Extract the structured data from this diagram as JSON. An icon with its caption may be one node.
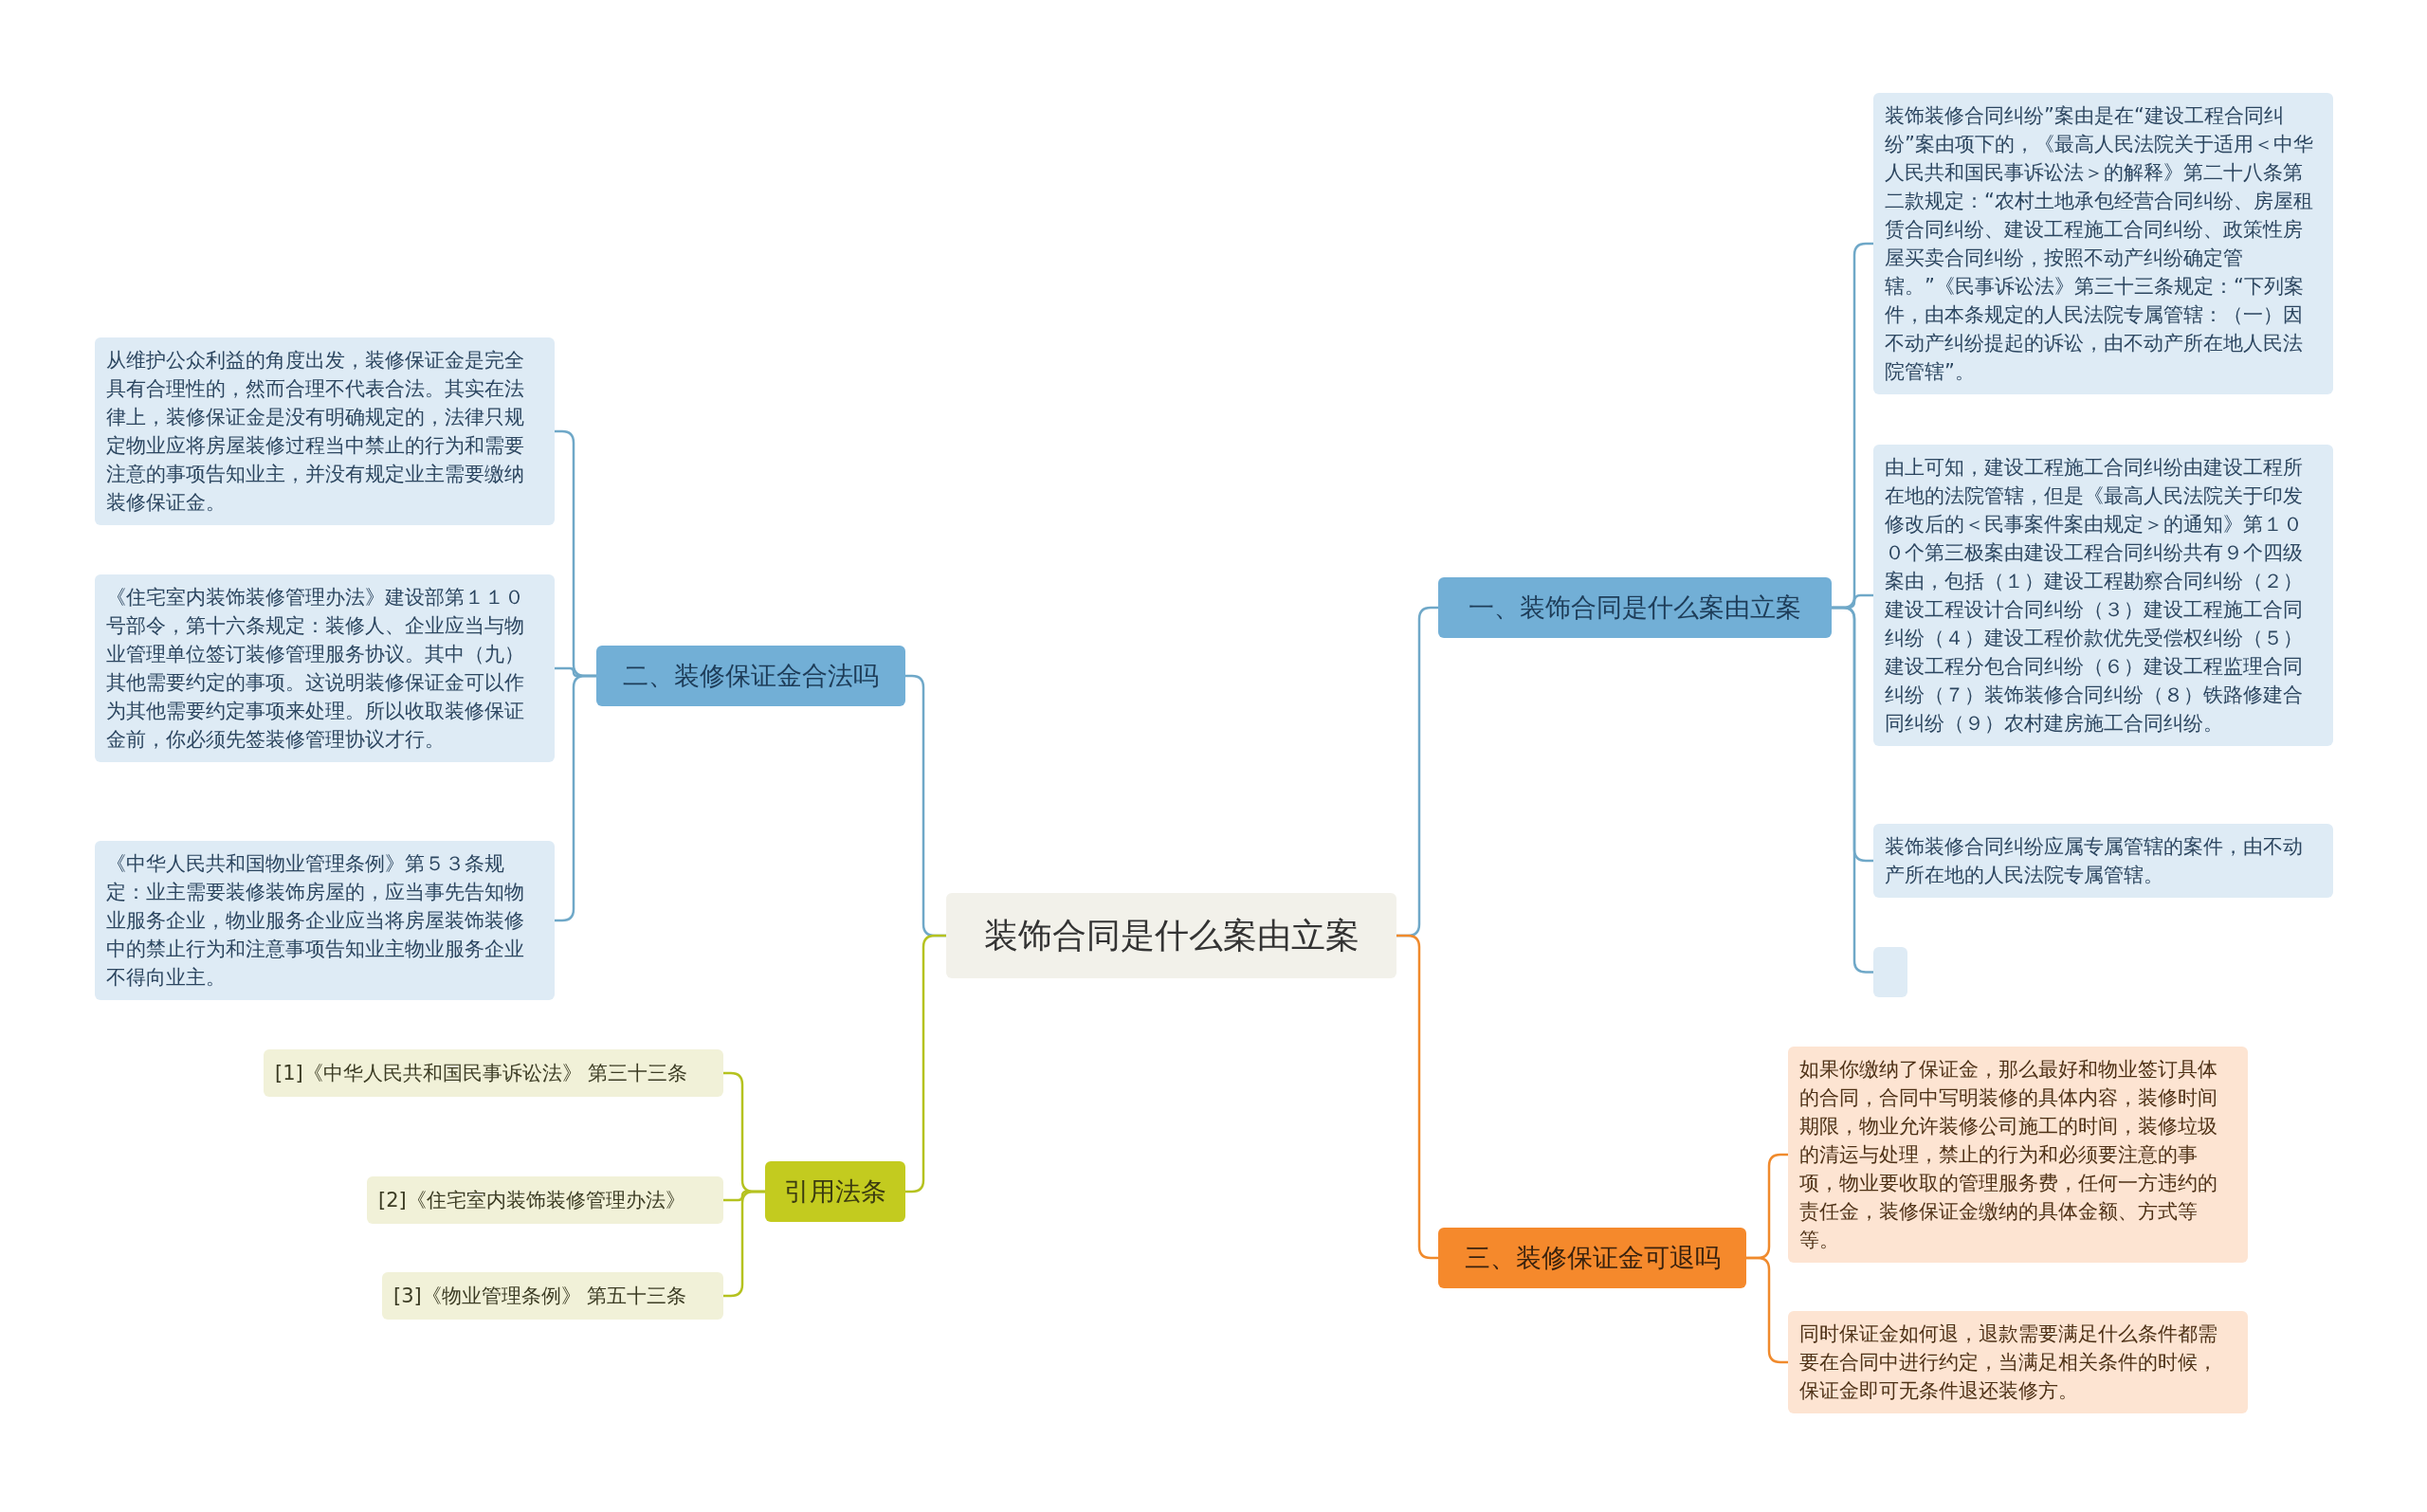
{
  "diagram": {
    "nodes": [
      {
        "text": [
          "装饰合同是什么案由立案"
        ]
      },
      {
        "text": [
          "一、装饰合同是什么案由立案"
        ]
      },
      {
        "text": [
          "装饰装修合同纠纷”案由是在“建设工程合同纠纷”案由项下的，《最高人民法院关于适用＜中华人民共和国民事诉讼法＞的解释》第二十八条第二款规定：“农村土地承包经营合同纠纷、房屋租赁合同纠纷、建设工程施工合同纠纷、政策性房屋买卖合同纠纷，按照不动产纠纷确定管辖。”《民事诉讼法》第三十三条规定：“下列案件，由本条规定的人民法院专属管辖：（一）因不动产纠纷提起的诉讼，由不动产所在地人民法院管辖”。"
        ]
      },
      {
        "text": [
          "由上可知，建设工程施工合同纠纷由建设工程所在地的法院管辖，但是《最高人民法院关于印发修改后的＜民事案件案由规定＞的通知》第１００个第三极案由建设工程合同纠纷共有９个四级案由，包括（１）建设工程勘察合同纠纷（２）建设工程设计合同纠纷（３）建设工程施工合同纠纷（４）建设工程价款优先受偿权纠纷（５）建设工程分包合同纠纷（６）建设工程监理合同纠纷（７）装饰装修合同纠纷（８）铁路修建合同纠纷（９）农村建房施工合同纠纷。"
        ]
      },
      {
        "text": [
          "装饰装修合同纠纷应属专属管辖的案件，由不动产所在地的人民法院专属管辖。"
        ]
      },
      {
        "text": [],
        "shape": "box"
      },
      {
        "text": [
          "二、装修保证金合法吗"
        ]
      },
      {
        "text": [
          "从维护公众利益的角度出发，装修保证金是完全具有合理性的，然而合理不代表合法。其实在法律上，装修保证金是没有明确规定的，法律只规定物业应将房屋装修过程当中禁止的行为和需要注意的事项告知业主，并没有规定业主需要缴纳装修保证金。"
        ]
      },
      {
        "text": [
          "《住宅室内装饰装修管理办法》建设部第１１０号部令，第十六条规定：装修人、企业应当与物业管理单位签订装修管理服务协议。其中（九）其他需要约定的事项。这说明装修保证金可以作为其他需要约定事项来处理。所以收取装修保证金前，你必须先签装修管理协议才行。"
        ]
      },
      {
        "text": [
          "《中华人民共和国物业管理条例》第５３条规定：业主需要装修装饰房屋的，应当事先告知物业服务企业，物业服务企业应当将房屋装饰装修中的禁止行为和注意事项告知业主物业服务企业不得向业主。"
        ]
      },
      {
        "text": [
          "三、装修保证金可退吗"
        ]
      },
      {
        "text": [
          "如果你缴纳了保证金，那么最好和物业签订具体的合同，合同中写明装修的具体内容，装修时间期限，物业允许装修公司施工的时间，装修垃圾的清运与处理，禁止的行为和必须要注意的事项，物业要收取的管理服务费，任何一方违约的责任金，装修保证金缴纳的具体金额、方式等等。"
        ]
      },
      {
        "text": [
          "同时保证金如何退，退款需要满足什么条件都需要在合同中进行约定，当满足相关条件的时候，保证金即可无条件退还装修方。"
        ]
      },
      {
        "text": [
          "引用法条"
        ]
      },
      {
        "text": [
          "[1]《中华人民共和国民事诉讼法》 第三十三条"
        ]
      },
      {
        "text": [
          "[2]《住宅室内装饰装修管理办法》"
        ]
      },
      {
        "text": [
          "[3]《物业管理条例》 第五十三条"
        ]
      }
    ],
    "edges": [
      {
        "from": 0,
        "to": 1,
        "arrow": "none"
      },
      {
        "from": 1,
        "to": 2,
        "arrow": "none"
      },
      {
        "from": 1,
        "to": 3,
        "arrow": "none"
      },
      {
        "from": 1,
        "to": 4,
        "arrow": "none"
      },
      {
        "from": 1,
        "to": 5,
        "arrow": "none"
      },
      {
        "from": 0,
        "to": 6,
        "arrow": "none"
      },
      {
        "from": 6,
        "to": 7,
        "arrow": "none"
      },
      {
        "from": 6,
        "to": 8,
        "arrow": "none"
      },
      {
        "from": 6,
        "to": 9,
        "arrow": "none"
      },
      {
        "from": 0,
        "to": 10,
        "arrow": "none",
        "color": "#f08a2c"
      },
      {
        "from": 10,
        "to": 11,
        "arrow": "none",
        "color": "#f08a2c"
      },
      {
        "from": 10,
        "to": 12,
        "arrow": "none",
        "color": "#f08a2c"
      },
      {
        "from": 0,
        "to": 13,
        "arrow": "none",
        "color": "#b5c21f"
      },
      {
        "from": 13,
        "to": 14,
        "arrow": "none",
        "color": "#b5c21f"
      },
      {
        "from": 13,
        "to": 15,
        "arrow": "none",
        "color": "#b5c21f"
      },
      {
        "from": 13,
        "to": 16,
        "arrow": "none",
        "color": "#b5c21f"
      }
    ]
  }
}
